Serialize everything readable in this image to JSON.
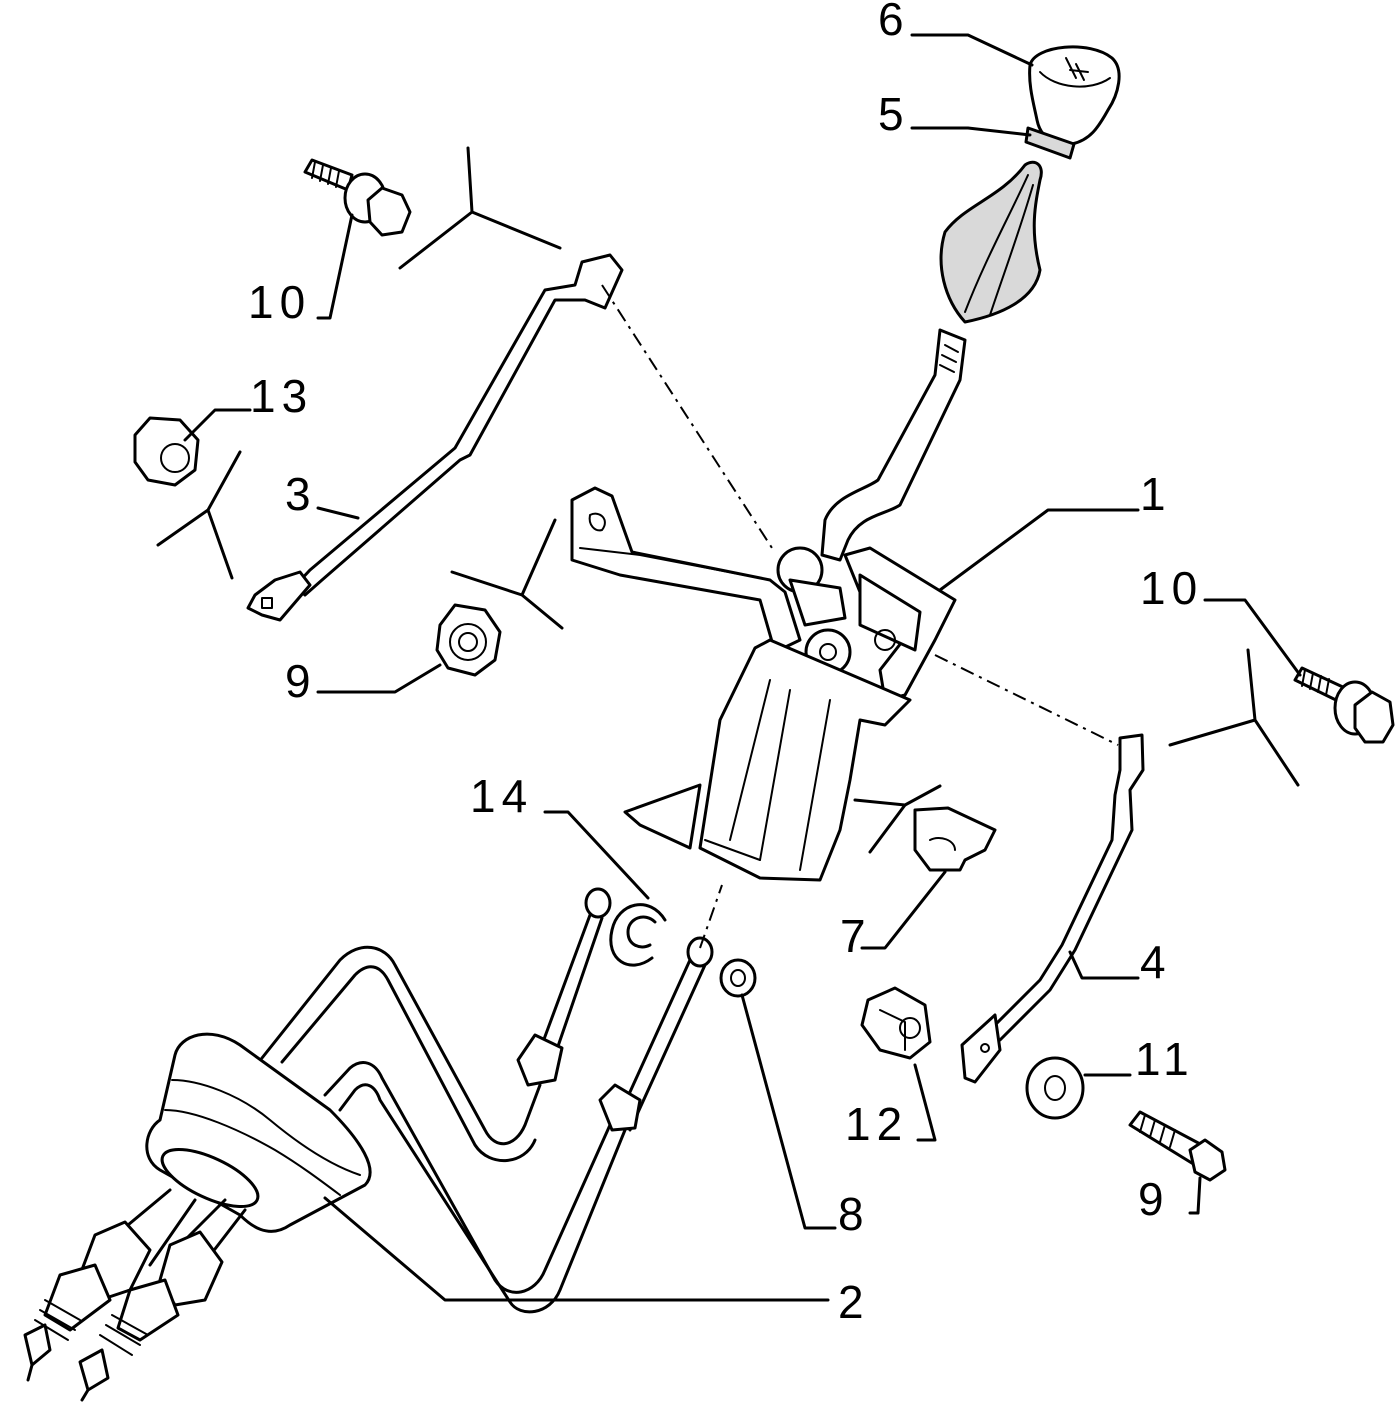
{
  "callouts": {
    "c1": "1",
    "c2": "2",
    "c3": "3",
    "c4": "4",
    "c5": "5",
    "c6": "6",
    "c7": "7",
    "c8": "8",
    "c9a": "9",
    "c9b": "9",
    "c10a": "10",
    "c10b": "10",
    "c11": "11",
    "c12": "12",
    "c13": "13",
    "c14": "14"
  }
}
